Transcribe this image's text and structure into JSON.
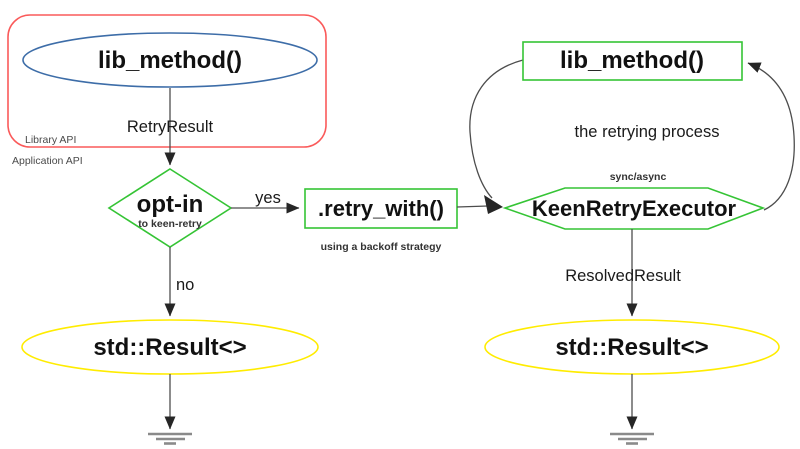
{
  "colors": {
    "bg": "#ffffff",
    "red": "#fa5a5a",
    "green": "#35c435",
    "blue": "#3d6da8",
    "yellow": "#ffec00",
    "line": "#4d4d4d",
    "arrow": "#262626",
    "ink": "#111111",
    "label": "#1a1a1a",
    "subink": "#333333",
    "frameink": "#4a4a4a",
    "ground": "#8a8a8a"
  },
  "frames": {
    "library_api": "Library API",
    "application_api": "Application API"
  },
  "nodes": {
    "lib_method_source": {
      "label": "lib_method()"
    },
    "opt_in": {
      "label": "opt-in",
      "sublabel": "to keen-retry"
    },
    "retry_with": {
      "label": ".retry_with()",
      "sublabel": "using a backoff strategy"
    },
    "keen_retry_executor": {
      "label": "KeenRetryExecutor",
      "sublabel": "sync/async"
    },
    "lib_method_retried": {
      "label": "lib_method()"
    },
    "std_result_left": {
      "label": "std::Result<>"
    },
    "std_result_right": {
      "label": "std::Result<>"
    }
  },
  "edges": {
    "retry_result": "RetryResult",
    "yes": "yes",
    "no": "no",
    "retrying_process": "the retrying process",
    "resolved_result": "ResolvedResult"
  }
}
